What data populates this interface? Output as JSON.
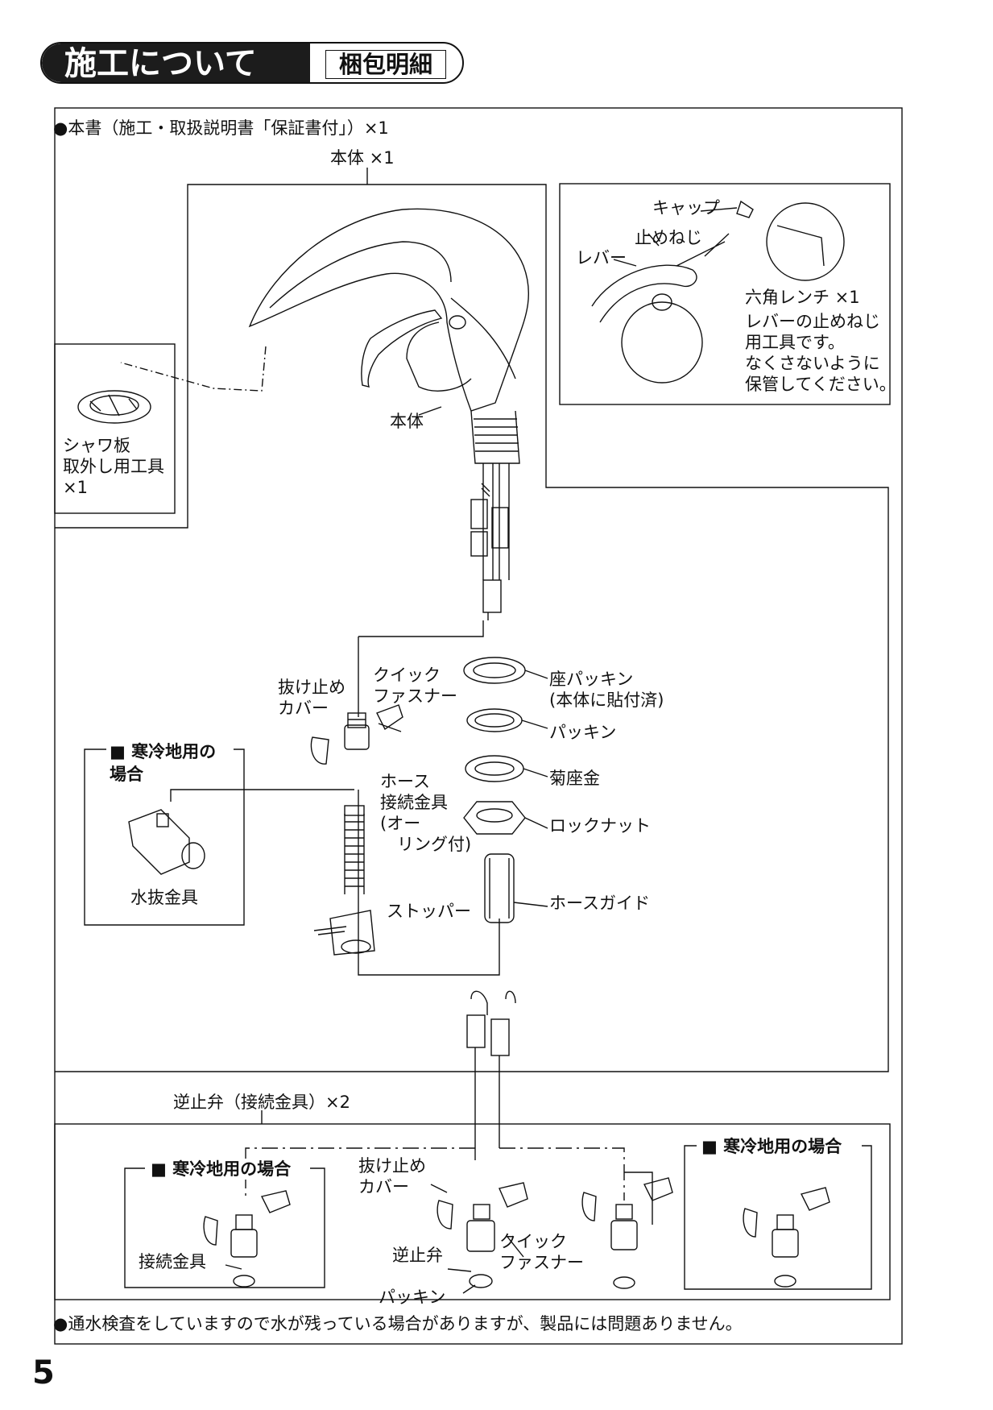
{
  "header": {
    "title": "施工について",
    "subtitle": "梱包明細"
  },
  "box": {
    "manual_line": "●本書（施工・取扱説明書「保証書付」）×1",
    "body_qty": "本体 ×1",
    "footer_note": "●通水検査をしていますので水が残っている場合がありますが、製品には問題ありません。"
  },
  "shower_tool": {
    "label": "シャワ板\n取外し用工具\n×1"
  },
  "inset_tools": {
    "cap": "キャップ",
    "set_screw": "止めねじ",
    "lever": "レバー",
    "hex_wrench": "六角レンチ ×1",
    "note": "レバーの止めねじ\n用工具です。\nなくさないように\n保管してください。"
  },
  "parts": {
    "body": "本体",
    "retainer_cover": "抜け止め\nカバー",
    "quick_fastener": "クイック\nファスナー",
    "hose_fitting": "ホース\n接続金具\n(オー\n　リング付)",
    "stopper": "ストッパー",
    "seat_packing": "座パッキン\n(本体に貼付済)",
    "packing": "パッキン",
    "chrysanthemum_washer": "菊座金",
    "lock_nut": "ロックナット",
    "hose_guide": "ホースガイド"
  },
  "cold_region_top": {
    "title": "■ 寒冷地用の\n場合",
    "drain_fitting": "水抜金具"
  },
  "check_valve_section": {
    "title": "逆止弁（接続金具）×2",
    "cold_left_title": "■ 寒冷地用の場合",
    "cold_right_title": "■ 寒冷地用の場合",
    "connector": "接続金具",
    "retainer_cover": "抜け止め\nカバー",
    "check_valve": "逆止弁",
    "quick_fastener": "クイック\nファスナー",
    "packing": "パッキン"
  },
  "page_number": "5"
}
